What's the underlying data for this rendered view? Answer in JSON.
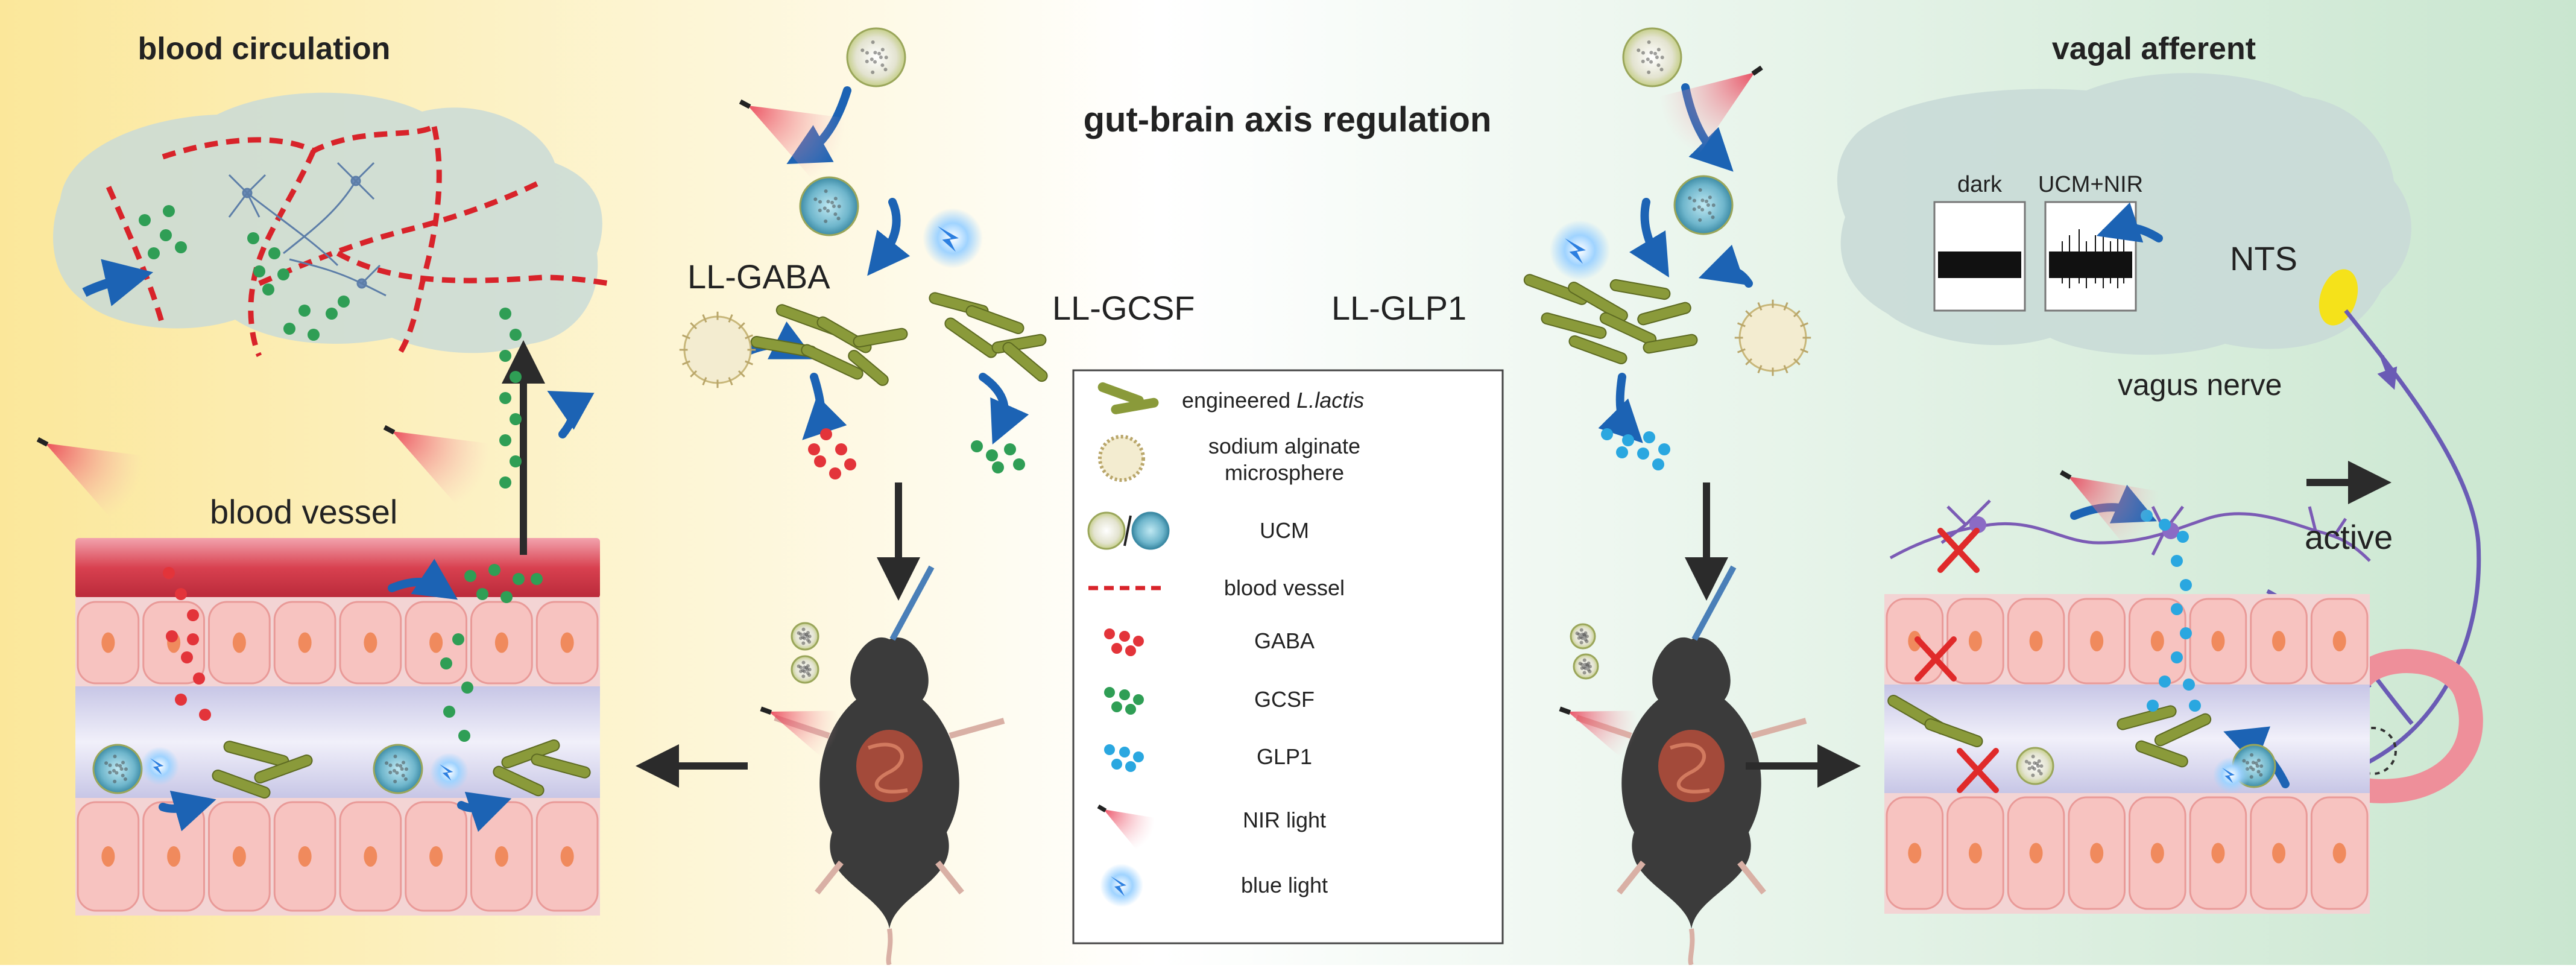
{
  "labels": {
    "blood_circulation": "blood circulation",
    "gut_brain": "gut-brain axis regulation",
    "vagal_afferent": "vagal afferent",
    "ll_gaba": "LL-GABA",
    "ll_gcsf": "LL-GCSF",
    "ll_glp1": "LL-GLP1",
    "blood_vessel": "blood vessel",
    "nts": "NTS",
    "vagus_nerve": "vagus nerve",
    "active": "active",
    "dark": "dark",
    "ucm_nir": "UCM+NIR"
  },
  "legend": {
    "items": [
      {
        "icon": "engineered-bacteria-icon",
        "lines": [
          "engineered ",
          "L.lactis"
        ],
        "italic_second": true
      },
      {
        "icon": "microsphere-icon",
        "lines": [
          "sodium alginate",
          "microsphere"
        ]
      },
      {
        "icon": "ucm-icon",
        "lines": [
          "UCM"
        ]
      },
      {
        "icon": "blood-vessel-line-icon",
        "lines": [
          "blood vessel"
        ]
      },
      {
        "icon": "gaba-dots-icon",
        "lines": [
          "GABA"
        ]
      },
      {
        "icon": "gcsf-dots-icon",
        "lines": [
          "GCSF"
        ]
      },
      {
        "icon": "glp1-dots-icon",
        "lines": [
          "GLP1"
        ]
      },
      {
        "icon": "nir-light-icon",
        "lines": [
          "NIR light"
        ]
      },
      {
        "icon": "blue-light-icon",
        "lines": [
          "blue light"
        ]
      }
    ]
  },
  "colors": {
    "gaba": "#e3343a",
    "gcsf": "#2f9e55",
    "glp1": "#2aa7e0",
    "vessel_dash": "#d8232a",
    "arrow_blue": "#1c63b4",
    "bacteria": "#8a9a3a",
    "brain_fill": "#c9dad7",
    "nerve": "#6a5bb5",
    "nts": "#f5e21a",
    "stomach": "#ee8f9a"
  }
}
